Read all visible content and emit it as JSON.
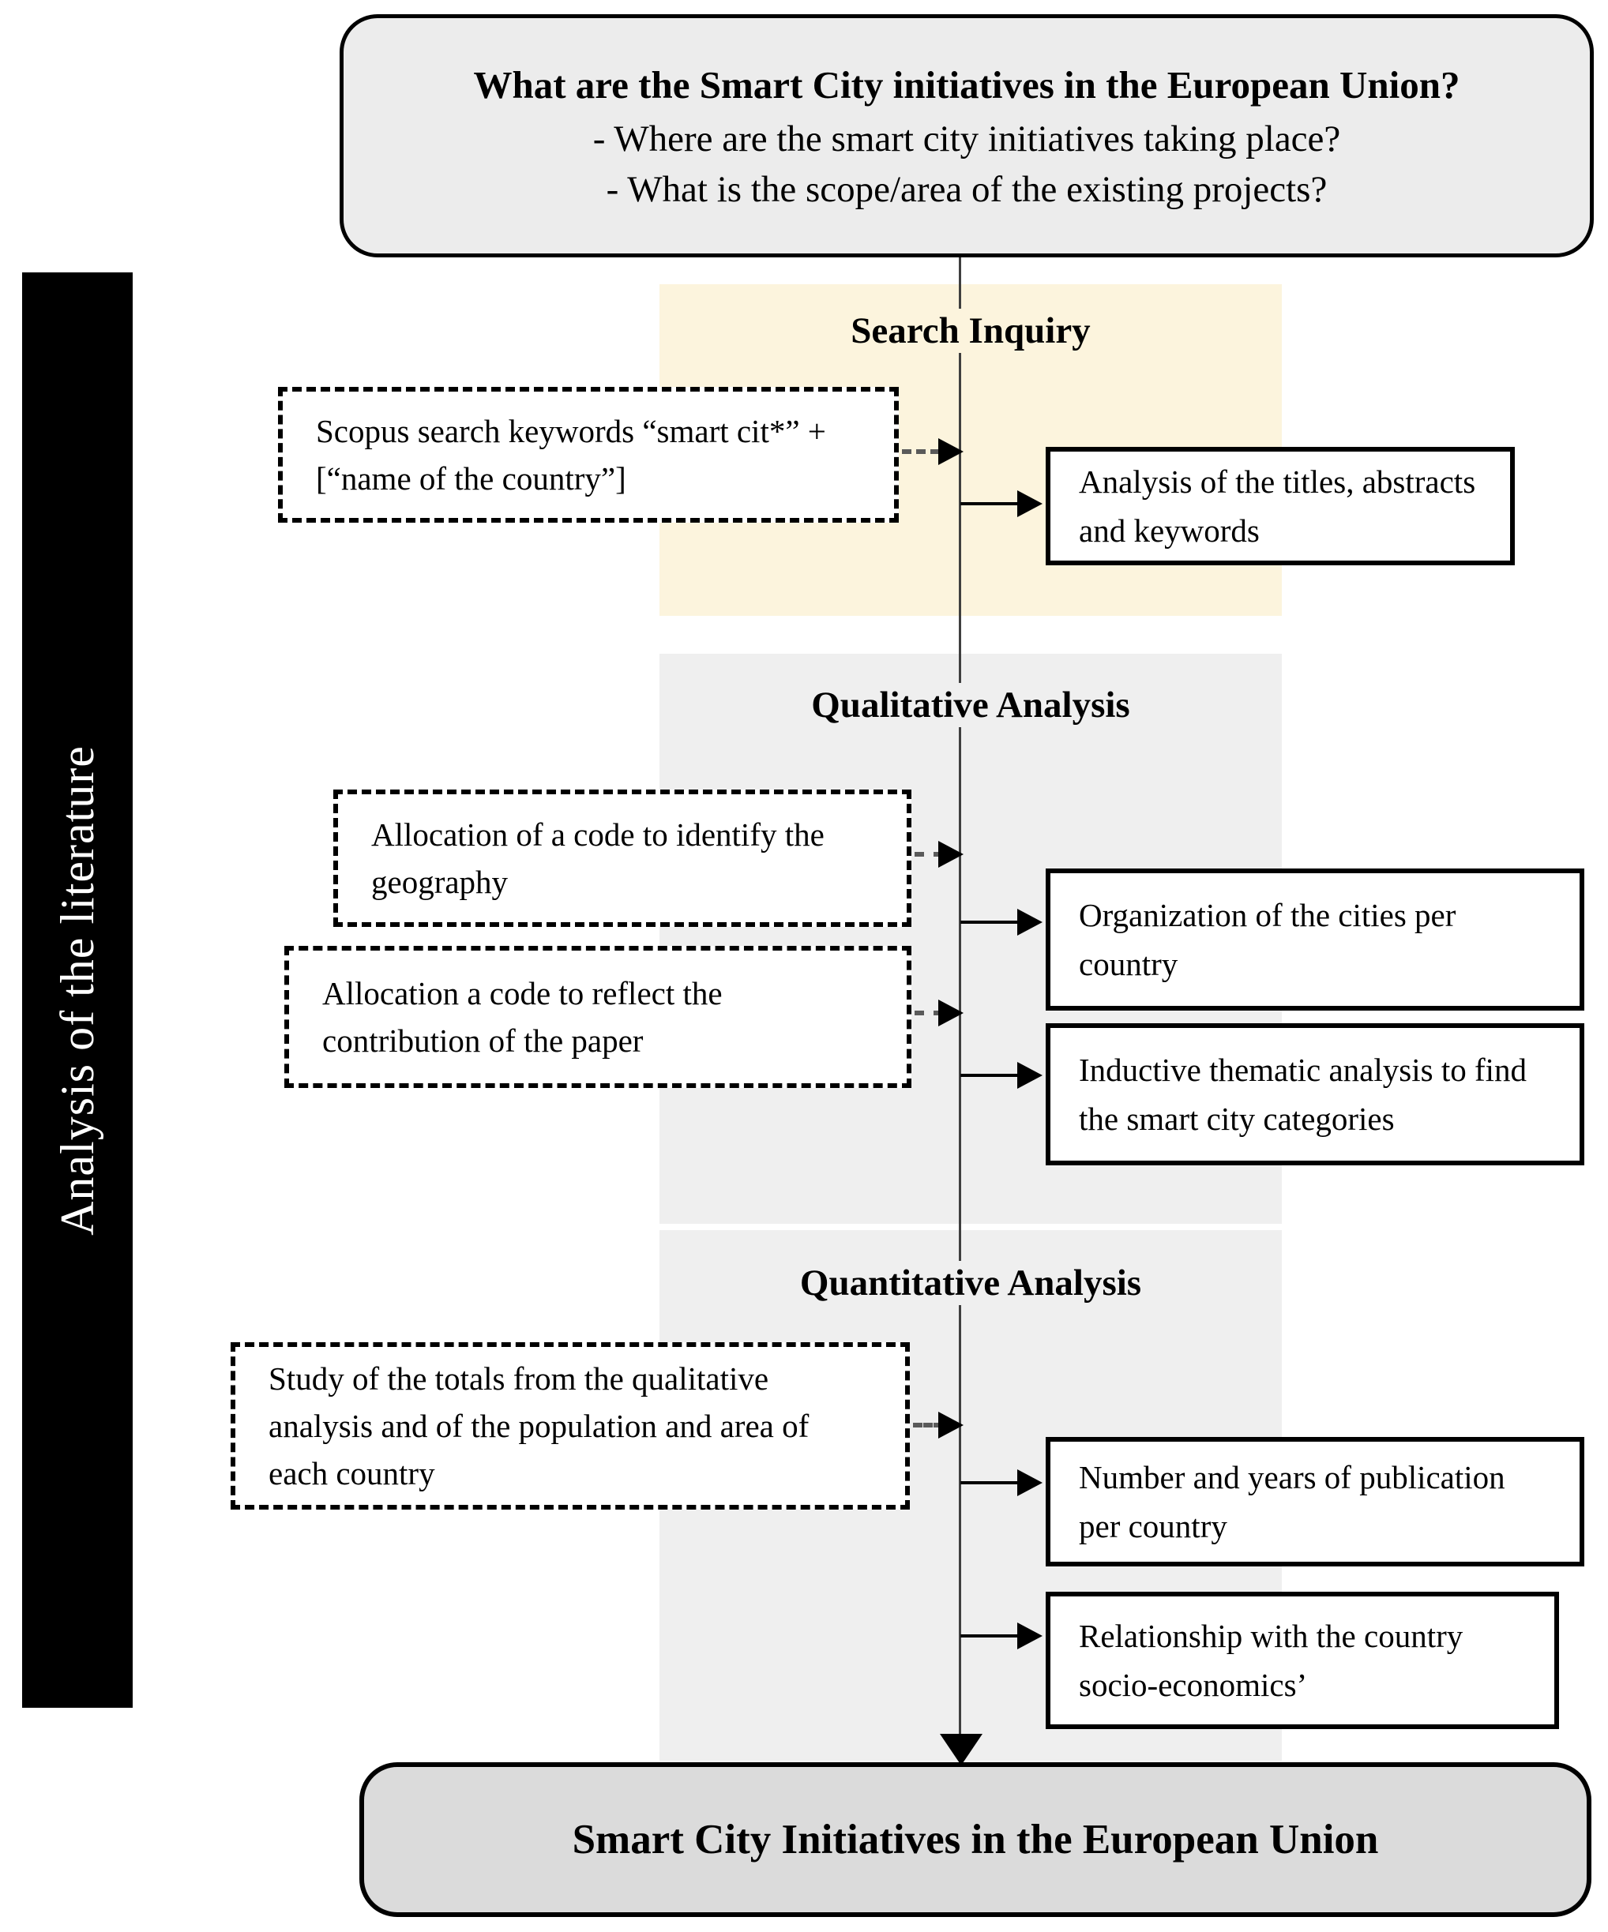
{
  "sidebar": {
    "label": "Analysis of the literature"
  },
  "top_box": {
    "title": "What are the Smart City initiatives in the European Union?",
    "bullets": [
      "- Where are the smart city initiatives taking place?",
      "- What is the scope/area of the existing projects?"
    ]
  },
  "sections": [
    {
      "title": "Search Inquiry",
      "inputs": [
        {
          "text": "Scopus search keywords “smart cit*” + [“name of the country”]"
        }
      ],
      "outputs": [
        {
          "text": "Analysis of the titles, abstracts and keywords"
        }
      ]
    },
    {
      "title": "Qualitative Analysis",
      "inputs": [
        {
          "text": "Allocation of a code to identify the geography"
        },
        {
          "text": "Allocation a code to reflect the contribution of the paper"
        }
      ],
      "outputs": [
        {
          "text": "Organization of the cities per country"
        },
        {
          "text": "Inductive thematic analysis to find the smart city categories"
        }
      ]
    },
    {
      "title": "Quantitative Analysis",
      "inputs": [
        {
          "text": "Study of the totals from the qualitative analysis and of the population and area of each country"
        }
      ],
      "outputs": [
        {
          "text": "Number and years of publication per country"
        },
        {
          "text": "Relationship with the country socio-economics’"
        }
      ]
    }
  ],
  "bottom_box": {
    "title": "Smart City Initiatives in the European Union"
  },
  "colors": {
    "band_search": "#fcf4dd",
    "band_analysis": "#efefef",
    "terminator_top": "#ececec",
    "terminator_bottom": "#dbdbdb",
    "line": "#000000"
  }
}
